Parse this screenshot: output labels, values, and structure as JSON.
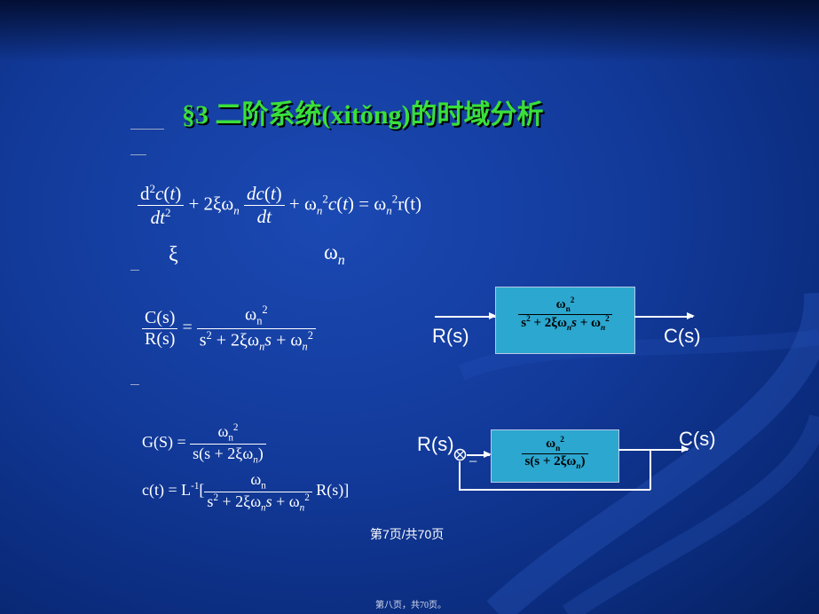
{
  "slide": {
    "title": "§3  二阶系统(xitǒng)的时域分析",
    "page_number": "第7页/共70页",
    "footer_note": "第八页，共70页。"
  },
  "equations": {
    "eq1_numer": "d",
    "eq1_rhs_tail": "r(t)",
    "xi_symbol": "ξ",
    "omega_symbol": "ω",
    "n_sub": "n"
  },
  "block_diagram_1": {
    "input_label": "R(s)",
    "output_label": "C(s)"
  },
  "block_diagram_2": {
    "input_label": "R(s)",
    "output_label": "C(s)",
    "feedback_sign": "−"
  },
  "colors": {
    "title_green": "#3adf3a",
    "block_fill": "#2ca7cf",
    "background": "#123a9a"
  }
}
